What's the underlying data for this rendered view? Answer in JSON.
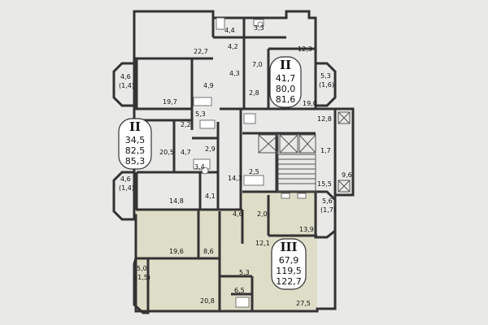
{
  "background_color": "#e9e9e7",
  "highlight_color": "#deddc8",
  "apartments": [
    {
      "id": "apt2",
      "rooms": "II",
      "area_living": "41,7",
      "area_total": "80,0",
      "area_total_balcony": "81,6"
    },
    {
      "id": "apt1",
      "rooms": "II",
      "area_living": "34,5",
      "area_total": "82,5",
      "area_total_balcony": "85,3"
    },
    {
      "id": "apt3",
      "rooms": "III",
      "area_living": "67,9",
      "area_total": "119,5",
      "area_total_balcony": "122,7",
      "highlighted": true
    }
  ],
  "rooms": [
    "4,4",
    "3,3",
    "4,2",
    "22,7",
    "12,3",
    "7,0",
    "4,3",
    "4,9",
    "2,8",
    "19,7",
    "19,0",
    "5,3",
    "2,2",
    "12,8",
    "20,5",
    "4,7",
    "2,9",
    "1,7",
    "3,4",
    "14,3",
    "2,5",
    "15,5",
    "14,8",
    "4,1",
    "4,6",
    "2,0",
    "13,9",
    "12,1",
    "19,6",
    "8,6",
    "5,3",
    "20,8",
    "6,5",
    "27,5"
  ],
  "balconies": [
    {
      "area": "4,6",
      "reduced": "(1,4)"
    },
    {
      "area": "5,3",
      "reduced": "(1,6)"
    },
    {
      "area": "4,6",
      "reduced": "(1,4)"
    },
    {
      "area": "5,6",
      "reduced": "(1,7)"
    },
    {
      "area": "5,0",
      "reduced": "(1,5)"
    }
  ],
  "extra_rooms": [
    "9,6"
  ]
}
